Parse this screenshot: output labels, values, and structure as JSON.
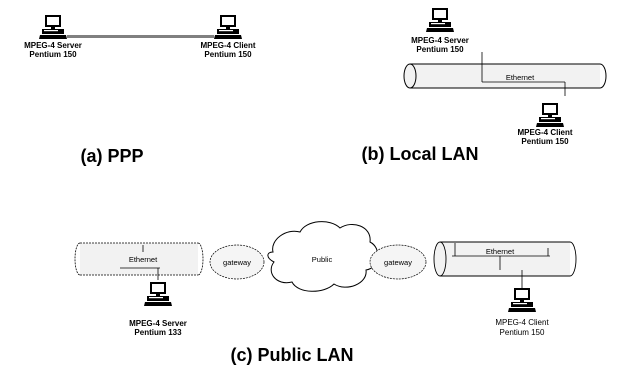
{
  "panel_a": {
    "server": {
      "name": "MPEG-4 Server",
      "cpu": "Pentium 150"
    },
    "client": {
      "name": "MPEG-4 Client",
      "cpu": "Pentium 150"
    },
    "caption": "(a) PPP"
  },
  "panel_b": {
    "server": {
      "name": "MPEG-4 Server",
      "cpu": "Pentium 150"
    },
    "network": "Ethernet",
    "client": {
      "name": "MPEG-4 Client",
      "cpu": "Pentium 150"
    },
    "caption": "(b) Local LAN"
  },
  "panel_c": {
    "left_lan": "Ethernet",
    "gateway_left": "gateway",
    "public_cloud": "Public",
    "gateway_right": "gateway",
    "right_lan": "Ethernet",
    "server": {
      "name": "MPEG-4 Server",
      "cpu": "Pentium 133"
    },
    "client": {
      "name": "MPEG-4 Client",
      "cpu": "Pentium 150"
    },
    "caption": "(c) Public LAN"
  },
  "icons": {
    "computer": "computer-workstation-icon",
    "cloud": "cloud-icon"
  },
  "colors": {
    "ink": "#000000",
    "background": "#ffffff",
    "cable_fill": "#f2f2f2"
  }
}
